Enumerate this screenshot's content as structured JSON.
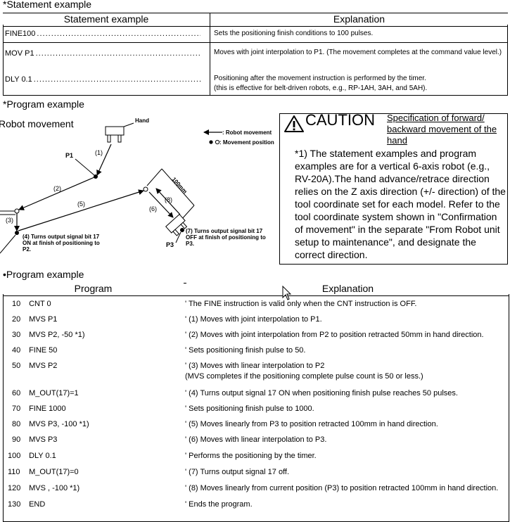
{
  "statement_section": {
    "title": "*Statement example",
    "col_statement": "Statement example",
    "col_explanation": "Explanation",
    "rows": [
      {
        "statement": "FINE100",
        "explanation": "Sets the positioning finish conditions to 100 pulses."
      },
      {
        "statement": "MOV P1",
        "explanation": "Moves with joint interpolation to P1. (The movement completes at the command value level.)"
      },
      {
        "statement": "DLY 0.1",
        "explanation_line1": "Positioning after the movement instruction is performed by the timer.",
        "explanation_line2": "(this is effective for belt-driven robots, e.g., RP-1AH, 3AH, and 5AH)."
      }
    ]
  },
  "program_example_title": "*Program example",
  "diagram": {
    "title": "Robot movement",
    "hand": "Hand",
    "legend_movement": ": Robot movement",
    "legend_position": ": Movement position",
    "p1": "P1",
    "p2": "P2.",
    "p3": "P3",
    "label_1": "(1)",
    "label_2": "(2)",
    "label_3": "(3)",
    "label_5": "(5)",
    "label_6": "(6)",
    "label_8": "(8)",
    "dim_100mm": "100mm",
    "note_4_line1": "(4) Turns output signal bit 17",
    "note_4_line2": "ON at finish of positioning to",
    "note_7_line1": "(7) Turns output signal bit 17",
    "note_7_line2": "OFF at finish of positioning to",
    "note_7_line3": "P3."
  },
  "caution": {
    "title": "CAUTION",
    "heading": "Specification of forward/ backward movement of the hand",
    "body": "*1) The statement examples and program examples are for a vertical 6-axis robot (e.g., RV-20A).The hand advance/retrace direction relies on the Z axis direction (+/- direction) of the tool coordinate set for each model. Refer to the tool coordinate system shown in \"Confirmation of movement\" in the separate \"From Robot unit setup to maintenance\", and designate the correct direction."
  },
  "program_section": {
    "title": "•Program example",
    "col_program": "Program",
    "col_explanation": "Explanation",
    "rows": [
      {
        "line": "10",
        "code": "CNT 0",
        "explanation": "' The FINE instruction is valid only when the CNT instruction is OFF."
      },
      {
        "line": "20",
        "code": "MVS P1",
        "explanation": "' (1) Moves with joint interpolation to P1."
      },
      {
        "line": "30",
        "code": "MVS P2, -50  *1)",
        "explanation": "' (2) Moves with joint interpolation from P2 to position retracted 50mm in hand direction."
      },
      {
        "line": "40",
        "code": "FINE 50",
        "explanation": "' Sets positioning finish pulse to 50."
      },
      {
        "line": "50",
        "code": "MVS P2",
        "explanation": "' (3) Moves with linear interpolation to P2",
        "explanation2": "(MVS completes if the positioning complete pulse count is 50 or less.)"
      },
      {
        "line": "60",
        "code": "M_OUT(17)=1",
        "explanation": "' (4) Turns output signal 17 ON when positioning finish pulse reaches 50 pulses."
      },
      {
        "line": "70",
        "code": "FINE 1000",
        "explanation": "' Sets positioning finish pulse to 1000."
      },
      {
        "line": "80",
        "code": "MVS P3, -100  *1)",
        "explanation": "' (5) Moves linearly from P3 to position retracted 100mm in hand direction."
      },
      {
        "line": "90",
        "code": "MVS P3",
        "explanation": "' (6) Moves with linear interpolation to P3."
      },
      {
        "line": "100",
        "code": "DLY 0.1",
        "explanation": "' Performs the positioning by the timer."
      },
      {
        "line": "110",
        "code": "M_OUT(17)=0",
        "explanation": "' (7) Turns output signal 17 off."
      },
      {
        "line": "120",
        "code": "MVS , -100  *1)",
        "explanation": "' (8) Moves linearly from current position (P3) to position retracted 100mm in hand direction."
      },
      {
        "line": "130",
        "code": "END",
        "explanation": "' Ends the program."
      }
    ]
  }
}
